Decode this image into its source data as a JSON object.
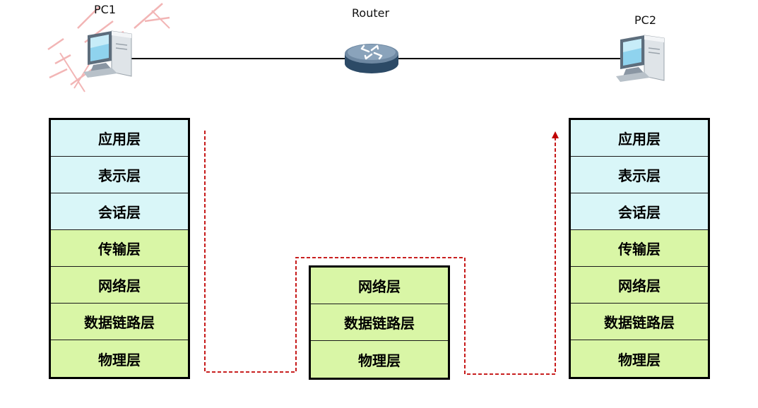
{
  "nodes": {
    "pc1": "PC1",
    "router": "Router",
    "pc2": "PC2"
  },
  "pc1_stack": [
    "应用层",
    "表示层",
    "会话层",
    "传输层",
    "网络层",
    "数据链路层",
    "物理层"
  ],
  "router_stack": [
    "网络层",
    "数据链路层",
    "物理层"
  ],
  "pc2_stack": [
    "应用层",
    "表示层",
    "会话层",
    "传输层",
    "网络层",
    "数据链路层",
    "物理层"
  ],
  "colors": {
    "upper_layers": "#d9f6f8",
    "lower_layers": "#d9f6a6",
    "path": "#c00000",
    "watermark": "#e87a7a"
  },
  "icons": {
    "pc1": "desktop-computer-icon",
    "router": "router-icon",
    "pc2": "desktop-computer-icon"
  }
}
